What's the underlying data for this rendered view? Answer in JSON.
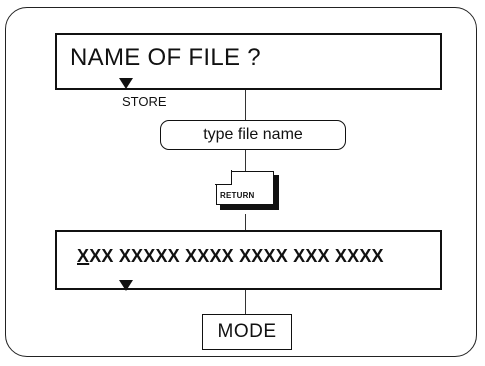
{
  "display_top": {
    "text": "NAME OF FILE ?"
  },
  "store_label": "STORE",
  "instruction": "type file name",
  "return_key": "RETURN",
  "display_bottom": {
    "first_char": "X",
    "rest": "XX XXXXX XXXX  XXXX XXX XXXX"
  },
  "mode_button": "MODE"
}
